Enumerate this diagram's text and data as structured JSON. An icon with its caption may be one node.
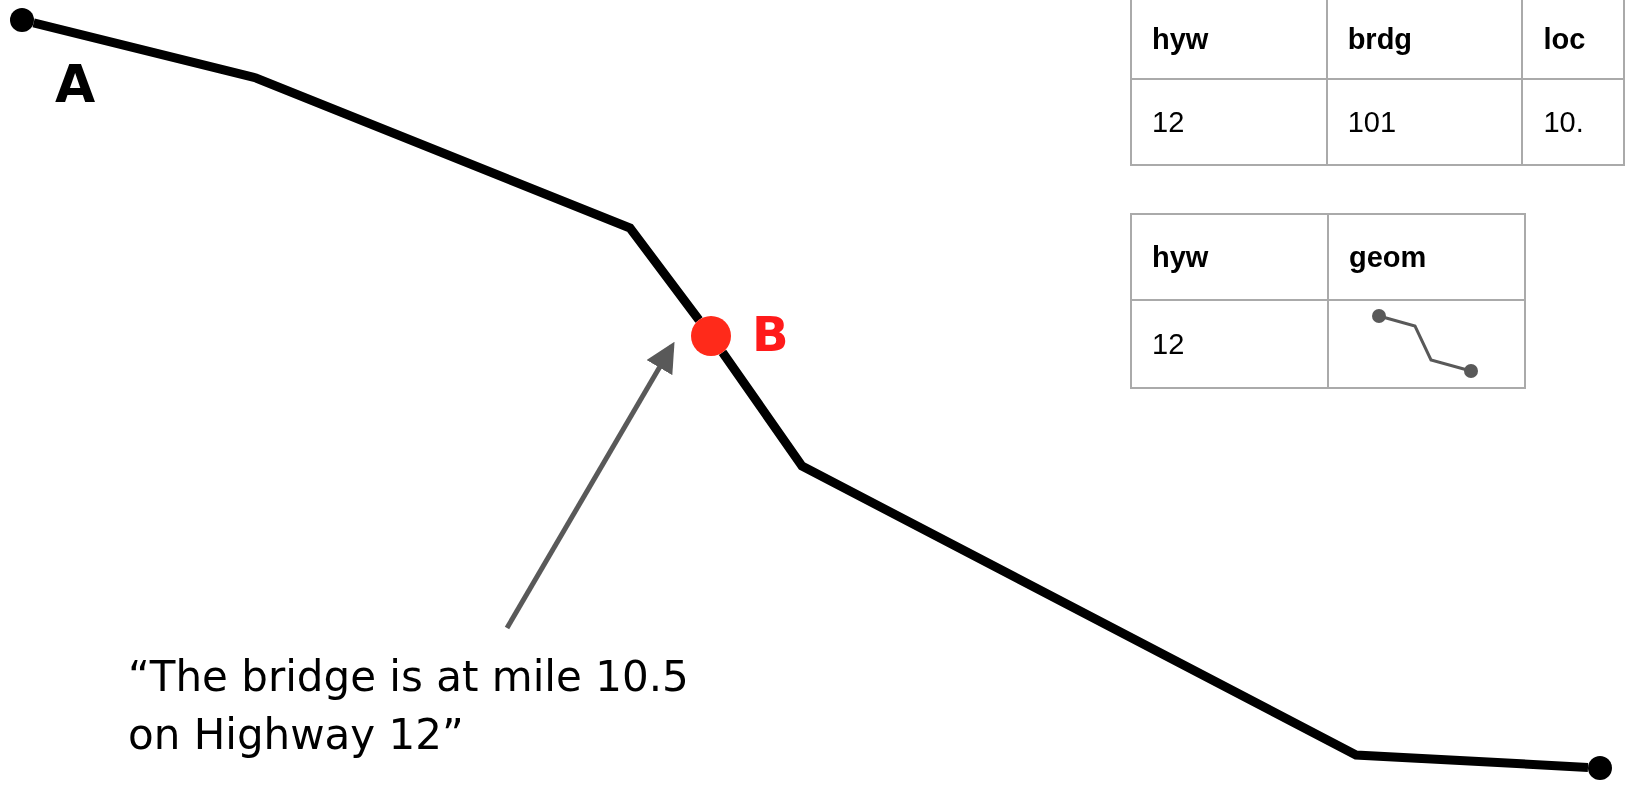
{
  "diagram": {
    "nodes": [
      {
        "text": [],
        "shape": "circle",
        "beside": [
          "A"
        ]
      },
      {
        "text": [],
        "shape": "circle",
        "beside": [
          "B"
        ]
      },
      {
        "text": [],
        "shape": "circle"
      },
      {
        "text": [
          "“The bridge is at mile 10.5 on Highway 12”"
        ]
      }
    ],
    "edges": [
      {
        "from": 0,
        "to": 1,
        "arrow": "none"
      },
      {
        "from": 1,
        "to": 2,
        "arrow": "none"
      },
      {
        "from": 3,
        "to": 1,
        "arrow": "to",
        "color": "#595959"
      }
    ],
    "labels": [
      "hyw",
      "brdg",
      "loc",
      "12",
      "101",
      "10.",
      "hyw",
      "geom",
      "12"
    ]
  }
}
